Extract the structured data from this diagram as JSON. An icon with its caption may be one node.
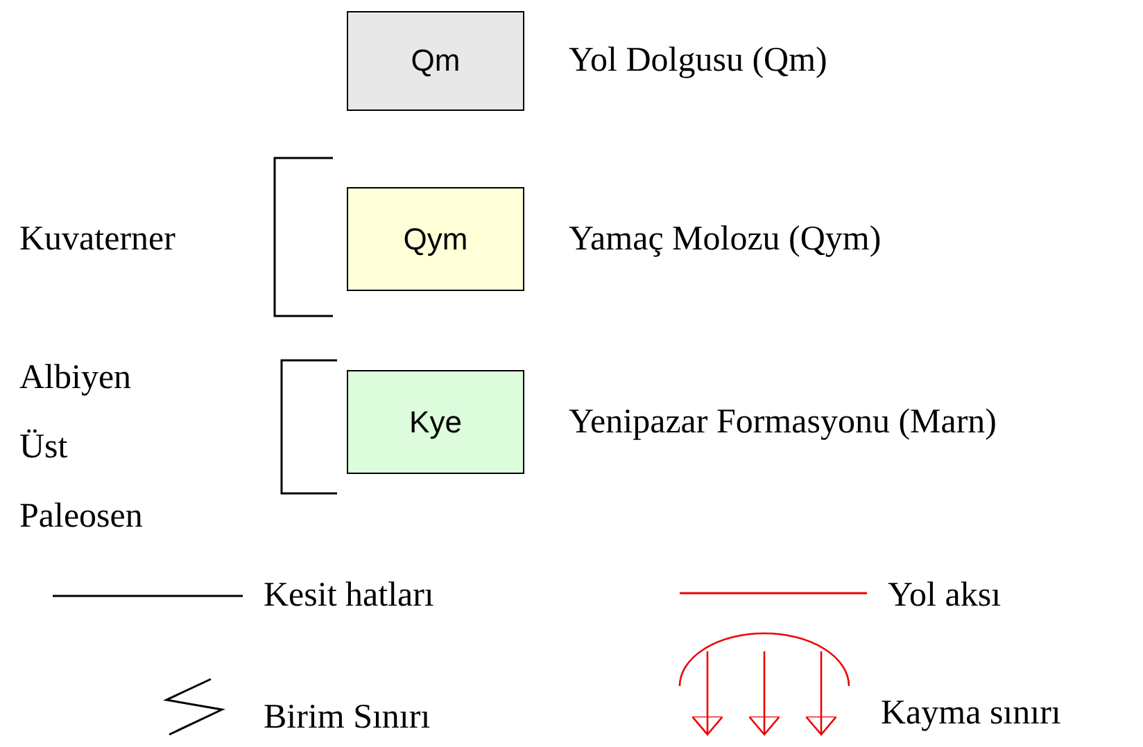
{
  "diagram": {
    "nodes": [
      {
        "text": [
          "Qm"
        ],
        "beside": [
          "Yol Dolgusu (Qm)"
        ]
      },
      {
        "text": [
          "Qym"
        ],
        "beside": [
          "Yamaç Molozu (Qym)"
        ]
      },
      {
        "text": [
          "Kye"
        ],
        "beside": [
          "Yenipazar Formasyonu (Marn)"
        ]
      }
    ],
    "labels": [
      "Kuvaterner",
      "Albiyen Üst Paleosen"
    ],
    "legend": [
      {
        "text": "Kesit hatları"
      },
      {
        "text": "Yol aksı"
      },
      {
        "text": "Birim Sınırı"
      },
      {
        "text": "Kayma sınırı"
      }
    ]
  }
}
